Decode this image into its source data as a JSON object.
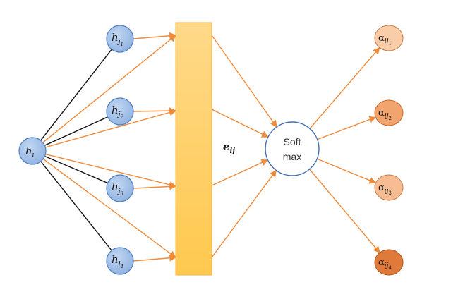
{
  "colors": {
    "hidden_fill": "#9dbde6",
    "hidden_stroke": "#4f7fbf",
    "black_edge": "#111111",
    "orange_edge": "#ee8a3a",
    "layer_fill_top": "#ffd98a",
    "layer_fill_bottom": "#ffc94f",
    "layer_stroke": "#f4b43a",
    "softmax_stroke": "#3f6fb3",
    "alpha_colors": [
      "#f9cda8",
      "#f2a46e",
      "#f4b48a",
      "#e07a3a"
    ]
  },
  "source": {
    "base": "h",
    "sub": "i"
  },
  "hidden_states": [
    {
      "base": "h",
      "sub": "j",
      "subsub": "1"
    },
    {
      "base": "h",
      "sub": "j",
      "subsub": "2"
    },
    {
      "base": "h",
      "sub": "j",
      "subsub": "3"
    },
    {
      "base": "h",
      "sub": "j",
      "subsub": "4"
    }
  ],
  "energy_label": {
    "base": "e",
    "sub": "ij"
  },
  "softmax": {
    "line1": "Soft",
    "line2": "max"
  },
  "outputs": [
    {
      "base": "α",
      "sub": "ij",
      "subsub": "1"
    },
    {
      "base": "α",
      "sub": "ij",
      "subsub": "2"
    },
    {
      "base": "α",
      "sub": "ij",
      "subsub": "3"
    },
    {
      "base": "α",
      "sub": "ij",
      "subsub": "4"
    }
  ]
}
